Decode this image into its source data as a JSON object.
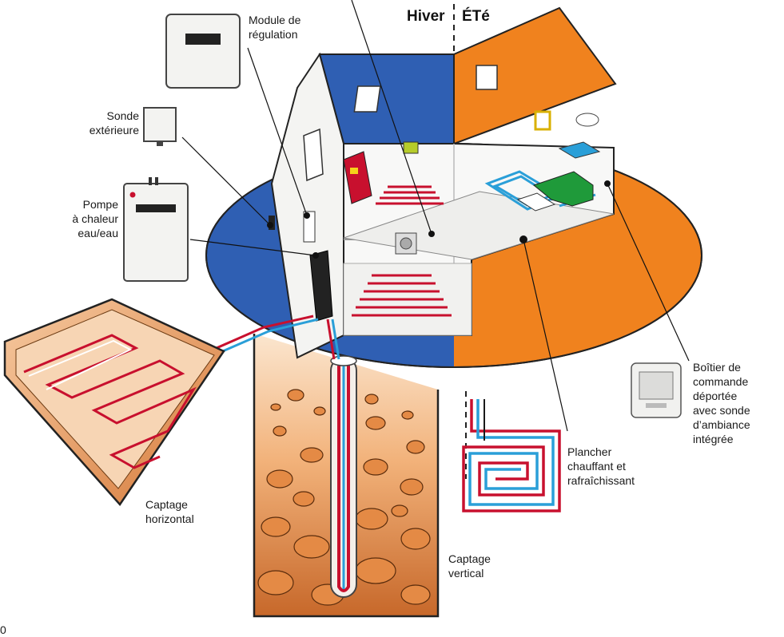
{
  "seasons": {
    "winter": "Hiver",
    "summer": "ÉTé"
  },
  "labels": {
    "module": [
      "Module de",
      "régulation"
    ],
    "sonde_ext": [
      "Sonde",
      "extérieure"
    ],
    "pompe": [
      "Pompe",
      "à chaleur",
      "eau/eau"
    ],
    "boitier": [
      "Boîtier de",
      "commande",
      "déportée",
      "avec sonde",
      "d’ambiance",
      "intégrée"
    ],
    "plancher": [
      "Plancher",
      "chauffant et",
      "rafraîchissant"
    ],
    "captage_h": [
      "Captage",
      "horizontal"
    ],
    "captage_v": [
      "Captage",
      "vertical"
    ]
  },
  "colors": {
    "winter_blue": "#2f5fb3",
    "summer_orange": "#f0821e",
    "pipe_red": "#c8102e",
    "pipe_blue": "#2a9fd8",
    "soil": "#d98a4a"
  },
  "page_number": "0"
}
